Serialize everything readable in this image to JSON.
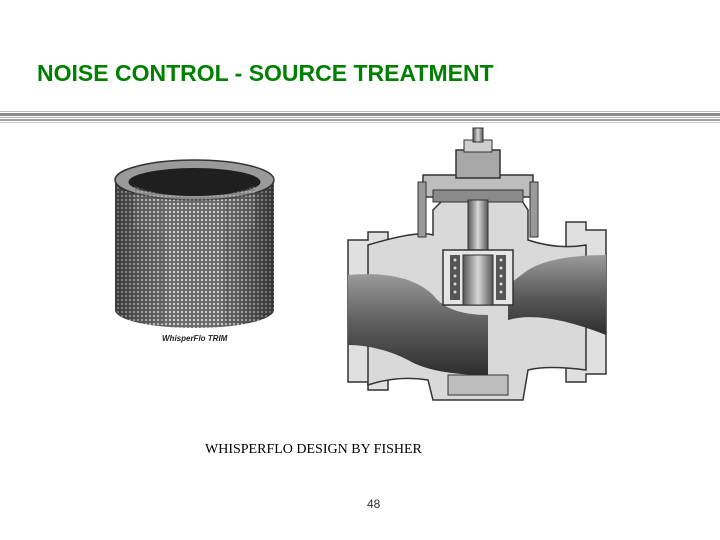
{
  "slide": {
    "title": "NOISE CONTROL - SOURCE TREATMENT",
    "trim_label": "WhisperFlo TRIM",
    "caption": "WHISPERFLO DESIGN  BY FISHER",
    "page_number": "48"
  },
  "colors": {
    "title": "#008000",
    "rule_dark": "#8c8c8c",
    "rule_light": "#d0d0d0"
  }
}
